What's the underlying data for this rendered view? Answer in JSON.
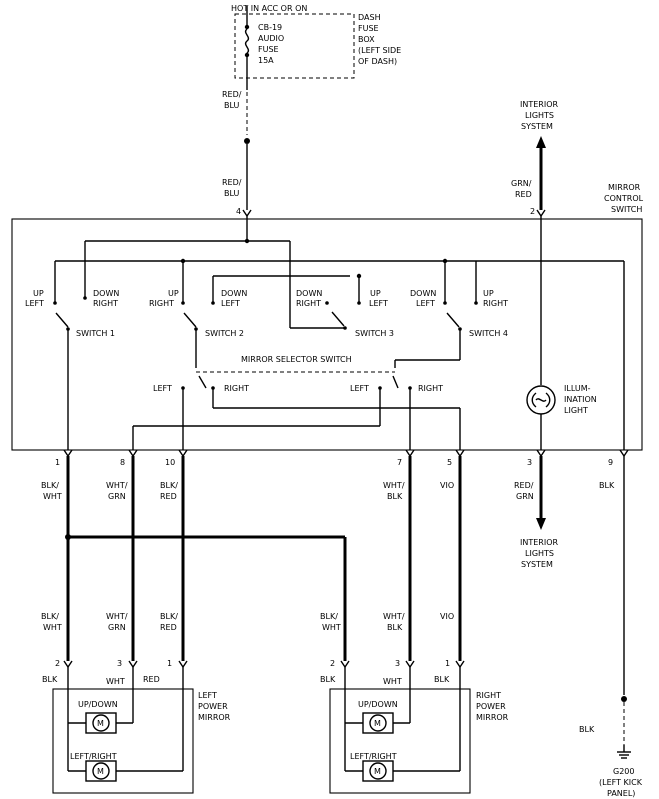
{
  "top": {
    "power_label": "HOT IN ACC OR ON",
    "fuse_label_l1": "CB-19",
    "fuse_label_l2": "AUDIO",
    "fuse_label_l3": "FUSE",
    "fuse_label_l4": "15A",
    "fusebox_l1": "DASH",
    "fusebox_l2": "FUSE",
    "fusebox_l3": "BOX",
    "fusebox_l4": "(LEFT SIDE",
    "fusebox_l5": "OF DASH)",
    "wire_red_blu_a1": "RED/",
    "wire_red_blu_a2": "BLU",
    "wire_red_blu_b1": "RED/",
    "wire_red_blu_b2": "BLU",
    "pin_4": "4"
  },
  "interior_top": {
    "l1": "INTERIOR",
    "l2": "LIGHTS",
    "l3": "SYSTEM",
    "wire1": "GRN/",
    "wire2": "RED",
    "pin_2": "2"
  },
  "control_switch": {
    "l1": "MIRROR",
    "l2": "CONTROL",
    "l3": "SWITCH"
  },
  "switches": {
    "s1_up": "UP",
    "s1_left": "LEFT",
    "s1_down": "DOWN",
    "s1_right": "RIGHT",
    "s1_name": "SWITCH 1",
    "s2_up": "UP",
    "s2_right": "RIGHT",
    "s2_down": "DOWN",
    "s2_left": "LEFT",
    "s2_name": "SWITCH 2",
    "s3_down": "DOWN",
    "s3_right": "RIGHT",
    "s3_up": "UP",
    "s3_left": "LEFT",
    "s3_name": "SWITCH 3",
    "s4_down": "DOWN",
    "s4_left": "LEFT",
    "s4_up": "UP",
    "s4_right": "RIGHT",
    "s4_name": "SWITCH 4",
    "selector": "MIRROR SELECTOR SWITCH",
    "sel_left_a": "LEFT",
    "sel_right_a": "RIGHT",
    "sel_left_b": "LEFT",
    "sel_right_b": "RIGHT"
  },
  "illumination": {
    "l1": "ILLUM-",
    "l2": "INATION",
    "l3": "LIGHT"
  },
  "bottom_pins": {
    "p1": "1",
    "p8": "8",
    "p10": "10",
    "p7": "7",
    "p5": "5",
    "p3": "3",
    "p9": "9"
  },
  "wires_upper": {
    "c1a": "BLK/",
    "c1b": "WHT",
    "c8a": "WHT/",
    "c8b": "GRN",
    "c10a": "BLK/",
    "c10b": "RED",
    "c7a": "WHT/",
    "c7b": "BLK",
    "c5": "VIO",
    "c3a": "RED/",
    "c3b": "GRN",
    "c9": "BLK"
  },
  "interior_bottom": {
    "l1": "INTERIOR",
    "l2": "LIGHTS",
    "l3": "SYSTEM"
  },
  "wires_lower": {
    "l_a1": "BLK/",
    "l_a2": "WHT",
    "l_b1": "WHT/",
    "l_b2": "GRN",
    "l_c1": "BLK/",
    "l_c2": "RED",
    "r_a1": "BLK/",
    "r_a2": "WHT",
    "r_b1": "WHT/",
    "r_b2": "BLK",
    "r_c": "VIO"
  },
  "left_mirror": {
    "pin_a": "2",
    "pin_b": "3",
    "pin_c": "1",
    "w_a": "BLK",
    "w_b": "WHT",
    "w_c": "RED",
    "l1": "LEFT",
    "l2": "POWER",
    "l3": "MIRROR",
    "updown": "UP/DOWN",
    "leftright": "LEFT/RIGHT",
    "motor": "M"
  },
  "right_mirror": {
    "pin_a": "2",
    "pin_b": "3",
    "pin_c": "1",
    "w_a": "BLK",
    "w_b": "WHT",
    "w_c": "BLK",
    "l1": "RIGHT",
    "l2": "POWER",
    "l3": "MIRROR",
    "updown": "UP/DOWN",
    "leftright": "LEFT/RIGHT",
    "motor": "M"
  },
  "ground": {
    "wire": "BLK",
    "l1": "G200",
    "l2": "(LEFT KICK",
    "l3": "PANEL)"
  }
}
